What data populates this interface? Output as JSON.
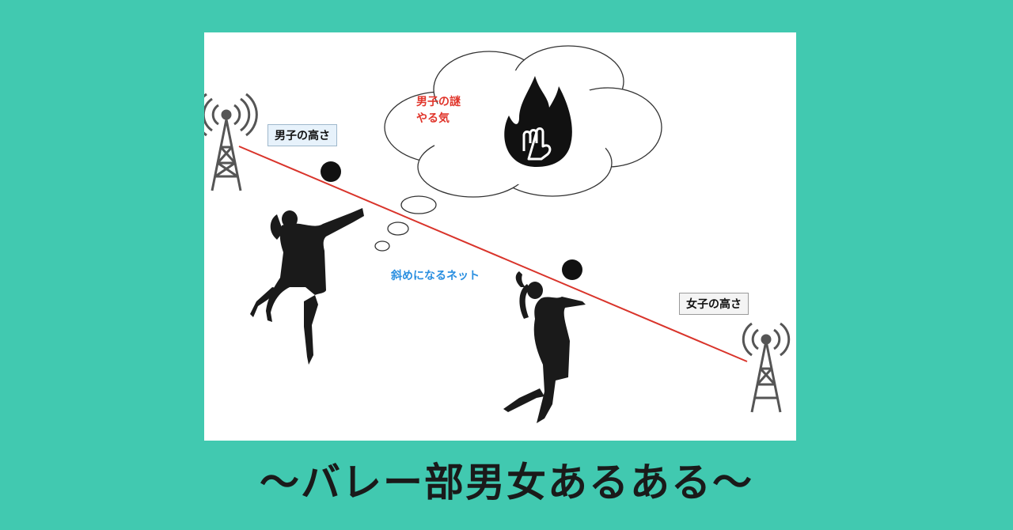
{
  "labels": {
    "male_height": "男子の高さ",
    "female_height": "女子の高さ",
    "thought_line1": "男子の謎",
    "thought_line2": "やる気",
    "net_caption": "斜めになるネット"
  },
  "title": "〜バレー部男女あるある〜",
  "colors": {
    "background": "#41c9b0",
    "net_line": "#d9342b",
    "thought_text": "#e0352b",
    "net_caption": "#2a8fe0"
  },
  "icons": [
    "antenna-tower-icon",
    "flame-fist-icon",
    "volleyball-player-silhouette",
    "ball-icon"
  ]
}
